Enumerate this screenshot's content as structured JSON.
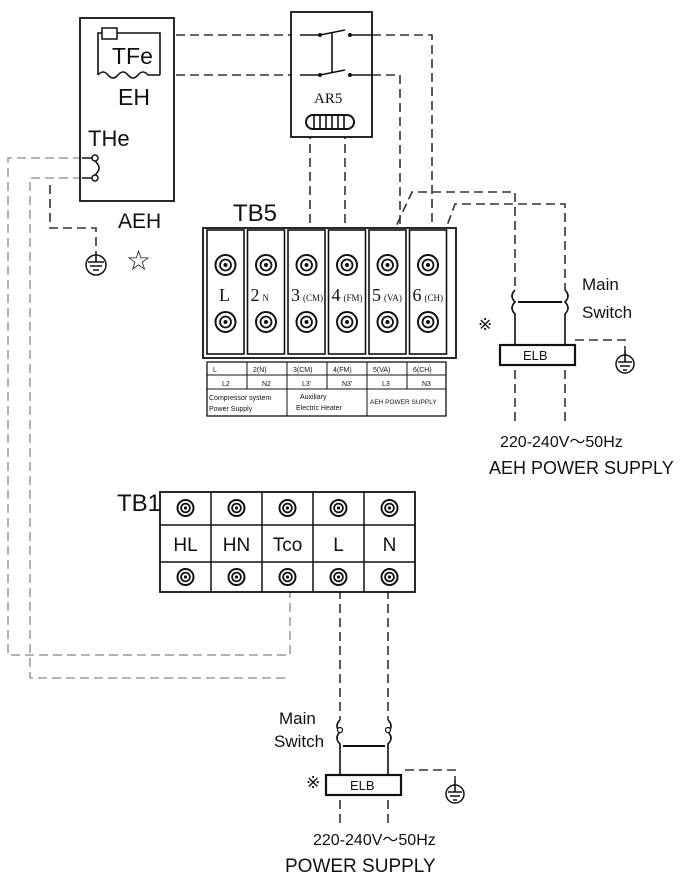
{
  "aeh": {
    "label": "AEH",
    "star": "☆",
    "tfe": "TFe",
    "eh": "EH",
    "the": "THe"
  },
  "ar5": {
    "label": "AR5"
  },
  "tb5": {
    "label": "TB5",
    "terminals": [
      {
        "num": "L",
        "sub": ""
      },
      {
        "num": "2",
        "sub": "N"
      },
      {
        "num": "3",
        "sub": "(CM)"
      },
      {
        "num": "4",
        "sub": "(FM)"
      },
      {
        "num": "5",
        "sub": "(VA)"
      },
      {
        "num": "6",
        "sub": "(CH)"
      }
    ],
    "table_row1": [
      "L",
      "2(N)",
      "3(CM)",
      "4(FM)",
      "5(VA)",
      "6(CH)"
    ],
    "table_row2": [
      "L2",
      "N2",
      "L3'",
      "N3'",
      "L3",
      "N3"
    ],
    "group1": [
      "Compressor system",
      "Power Supply"
    ],
    "group2": [
      "Auxiliary",
      "Electric Heater"
    ],
    "group3": "AEH POWER SUPPLY"
  },
  "aeh_supply": {
    "mark": "※",
    "switch_label": [
      "Main",
      "Switch"
    ],
    "elb": "ELB",
    "voltage": "220-240V～50Hz",
    "title": "AEH POWER SUPPLY"
  },
  "tb1": {
    "label": "TB1",
    "terminals": [
      "HL",
      "HN",
      "Tco",
      "L",
      "N"
    ]
  },
  "main_supply": {
    "mark": "※",
    "switch_label": [
      "Main",
      "Switch"
    ],
    "elb": "ELB",
    "voltage": "220-240V～50Hz",
    "title": "POWER SUPPLY"
  }
}
